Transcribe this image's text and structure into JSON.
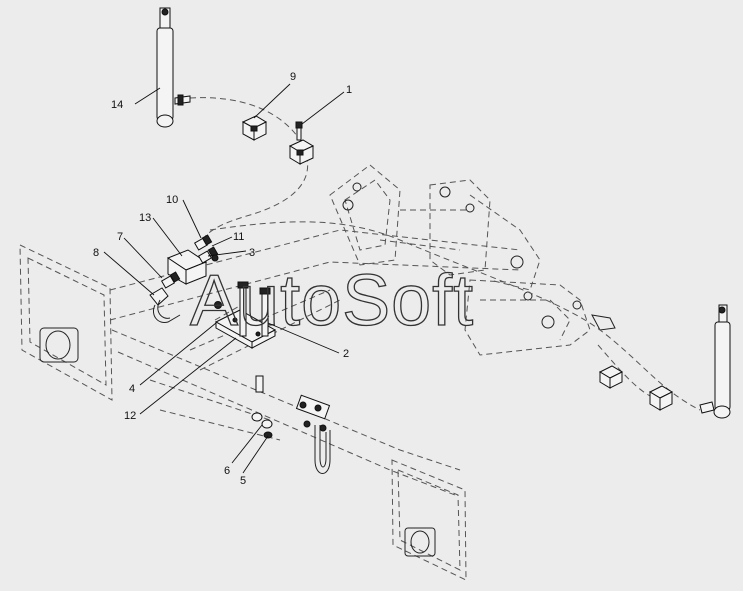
{
  "diagram": {
    "callouts": [
      {
        "id": "c1",
        "label": "1"
      },
      {
        "id": "c2",
        "label": "2"
      },
      {
        "id": "c3",
        "label": "3"
      },
      {
        "id": "c4",
        "label": "4"
      },
      {
        "id": "c5",
        "label": "5"
      },
      {
        "id": "c6",
        "label": "6"
      },
      {
        "id": "c7",
        "label": "7"
      },
      {
        "id": "c8",
        "label": "8"
      },
      {
        "id": "c9",
        "label": "9"
      },
      {
        "id": "c10",
        "label": "10"
      },
      {
        "id": "c11",
        "label": "11"
      },
      {
        "id": "c12",
        "label": "12"
      },
      {
        "id": "c13",
        "label": "13"
      },
      {
        "id": "c14",
        "label": "14"
      }
    ],
    "watermark": "AutoSoft"
  }
}
